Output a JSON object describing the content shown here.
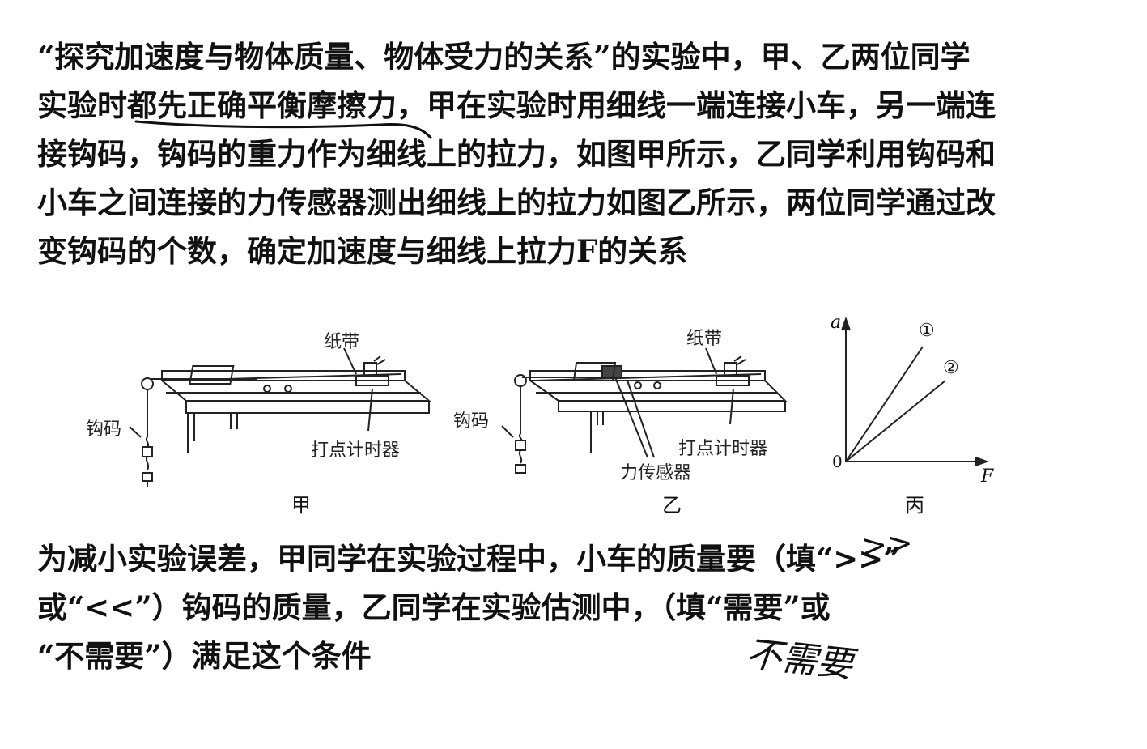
{
  "paragraph1": {
    "line1": "“探究加速度与物体质量、物体受力的关系”的实验中，甲、乙两位同学",
    "line2": "实验时都先正确平衡摩擦力，甲在实验时用细线一端连接小车，另一端连",
    "line3": "接钩码，钩码的重力作为细线上的拉力，如图甲所示，乙同学利用钩码和",
    "line4": "小车之间连接的力传感器测出细线上的拉力如图乙所示，两位同学通过改",
    "line5": "变钩码的个数，确定加速度与细线上拉力F的关系"
  },
  "figures": {
    "jia": {
      "caption": "甲",
      "label_tape": "纸带",
      "label_weight": "钩码",
      "label_timer": "打点计时器"
    },
    "yi": {
      "caption": "乙",
      "label_tape": "纸带",
      "label_weight": "钩码",
      "label_timer": "打点计时器",
      "label_sensor": "力传感器"
    },
    "bing": {
      "caption": "丙",
      "y_axis": "a",
      "x_axis": "F",
      "origin": "0",
      "line1": "①",
      "line2": "②"
    }
  },
  "question": {
    "line1_pre": "为减小实验误差，甲同学在实验过程中，小车的质量要",
    "line1_post": "（填“>>”",
    "line2_pre": "或“<<”）钩码的质量，乙同学在实验估测中，",
    "line2_post": "（填“需要”或",
    "line3": "“不需要”）满足这个条件"
  },
  "handwriting": {
    "answer1": ">>",
    "answer2": "不需要"
  }
}
